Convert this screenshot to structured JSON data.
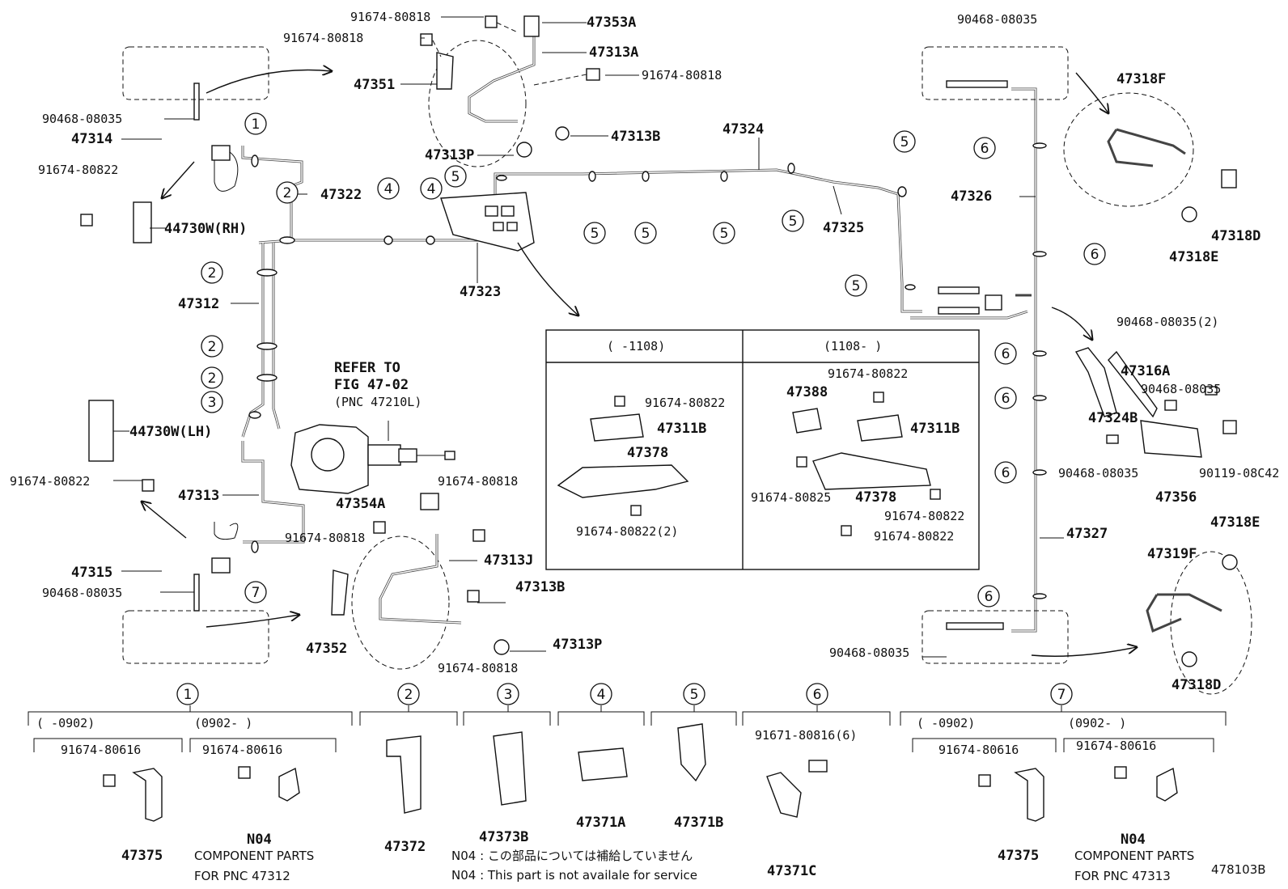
{
  "diagram_id": "478103B",
  "refer": {
    "line1": "REFER TO",
    "line2": "FIG 47-02",
    "line3": "(PNC 47210L)"
  },
  "labels": {
    "p_91674_80818_a": "91674-80818",
    "p_91674_80818_b": "91674-80818",
    "p_91674_80818_c": "91674-80818",
    "p_91674_80818_d": "91674-80818",
    "p_91674_80818_e": "91674-80818",
    "p_91674_80818_f": "91674-80818",
    "p_47353A": "47353A",
    "p_47313A": "47313A",
    "p_47351": "47351",
    "p_90468_08035_a": "90468-08035",
    "p_47314": "47314",
    "p_91674_80822_a": "91674-80822",
    "p_44730W_RH": "44730W(RH)",
    "p_47313B_a": "47313B",
    "p_47313P_a": "47313P",
    "p_47324": "47324",
    "p_47322": "47322",
    "p_47325": "47325",
    "p_47323": "47323",
    "p_47312": "47312",
    "p_44730W_LH": "44730W(LH)",
    "p_91674_80822_b": "91674-80822",
    "p_47313": "47313",
    "p_47354A": "47354A",
    "p_47313J": "47313J",
    "p_47313B_b": "47313B",
    "p_47313P_b": "47313P",
    "p_47352": "47352",
    "p_47315": "47315",
    "p_90468_08035_b": "90468-08035",
    "p_90468_08035_c": "90468-08035",
    "p_47318F": "47318F",
    "p_47326": "47326",
    "p_47318D_a": "47318D",
    "p_47318E_a": "47318E",
    "p_90468_08035_2": "90468-08035(2)",
    "p_47316A": "47316A",
    "p_90468_08035_d": "90468-08035",
    "p_47324B": "47324B",
    "p_90468_08035_e": "90468-08035",
    "p_90119_08C42": "90119-08C42",
    "p_47356": "47356",
    "p_47327": "47327",
    "p_47318E_b": "47318E",
    "p_47319F": "47319F",
    "p_90468_08035_f": "90468-08035",
    "p_47318D_b": "47318D"
  },
  "inset": {
    "left_header": "(     -1108)",
    "right_header": "(1108-     )",
    "l_91674_80822": "91674-80822",
    "l_47311B": "47311B",
    "l_47378": "47378",
    "l_91674_80822_2": "91674-80822(2)",
    "r_91674_80822_a": "91674-80822",
    "r_47388": "47388",
    "r_47311B": "47311B",
    "r_91674_80825": "91674-80825",
    "r_47378": "47378",
    "r_91674_80822_b": "91674-80822",
    "r_91674_80822_c": "91674-80822"
  },
  "circled": [
    "1",
    "2",
    "3",
    "4",
    "5",
    "6",
    "7"
  ],
  "bottom": {
    "g1_left_range": "(     -0902)",
    "g1_right_range": "(0902-     )",
    "g1_left_bolt": "91674-80616",
    "g1_right_bolt": "91674-80616",
    "g1_left_part": "47375",
    "g1_right_part": "N04",
    "g1_cp_line1": "COMPONENT PARTS",
    "g1_cp_line2": "FOR PNC 47312",
    "g2_part": "47372",
    "g3_part": "47373B",
    "g4_part": "47371A",
    "g5_part": "47371B",
    "g6_bolt": "91671-80816(6)",
    "g6_part": "47371C",
    "g7_left_range": "(     -0902)",
    "g7_right_range": "(0902-     )",
    "g7_left_bolt": "91674-80616",
    "g7_right_bolt": "91674-80616",
    "g7_left_part": "47375",
    "g7_right_part": "N04",
    "g7_cp_line1": "COMPONENT PARTS",
    "g7_cp_line2": "FOR PNC 47313",
    "note_jp": "N04 : この部品については補給していません",
    "note_en": "N04 : This part is not availale for service"
  }
}
